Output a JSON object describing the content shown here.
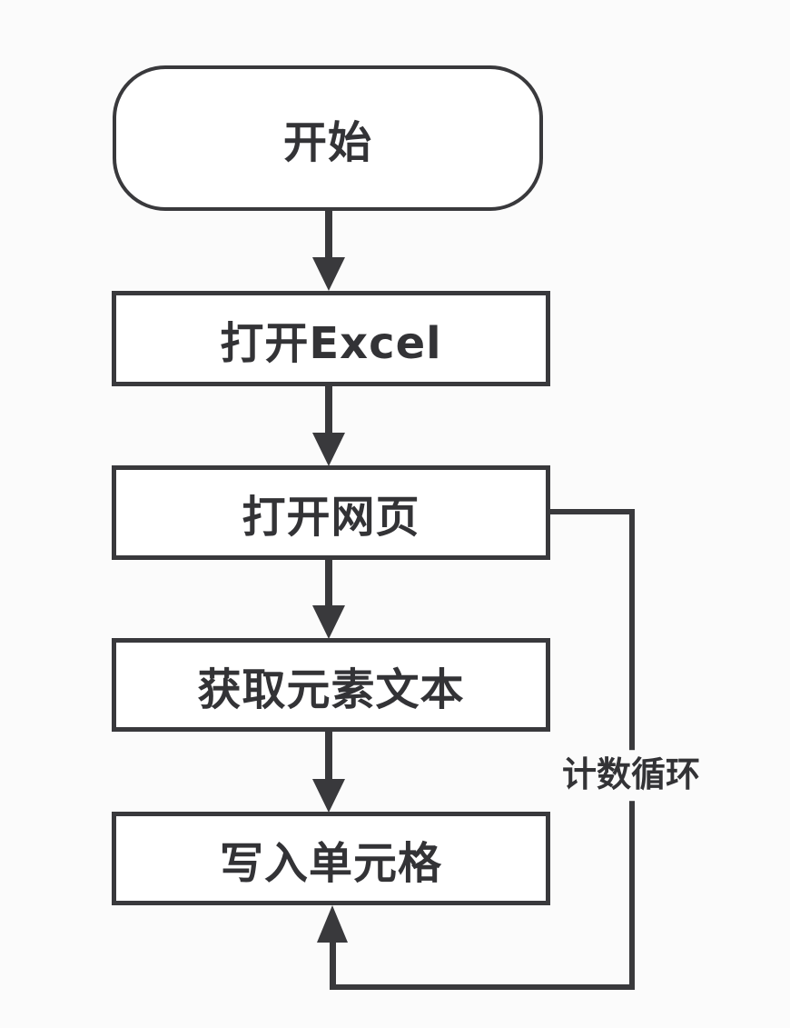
{
  "flowchart": {
    "nodes": [
      {
        "id": "start",
        "type": "terminator",
        "label": "开始"
      },
      {
        "id": "open-excel",
        "type": "process",
        "label": "打开Excel"
      },
      {
        "id": "open-webpage",
        "type": "process",
        "label": "打开网页"
      },
      {
        "id": "get-element-text",
        "type": "process",
        "label": "获取元素文本"
      },
      {
        "id": "write-cell",
        "type": "process",
        "label": "写入单元格"
      }
    ],
    "edges": [
      {
        "from": "start",
        "to": "open-excel"
      },
      {
        "from": "open-excel",
        "to": "open-webpage"
      },
      {
        "from": "open-webpage",
        "to": "get-element-text"
      },
      {
        "from": "get-element-text",
        "to": "write-cell"
      },
      {
        "from": "open-webpage",
        "to": "write-cell",
        "type": "loop-back",
        "label": "计数循环"
      }
    ],
    "loop": {
      "label": "计数循环"
    }
  },
  "colors": {
    "stroke": "#39393c",
    "text": "#333336",
    "background": "#fbfbfb",
    "node_fill": "#ffffff"
  }
}
